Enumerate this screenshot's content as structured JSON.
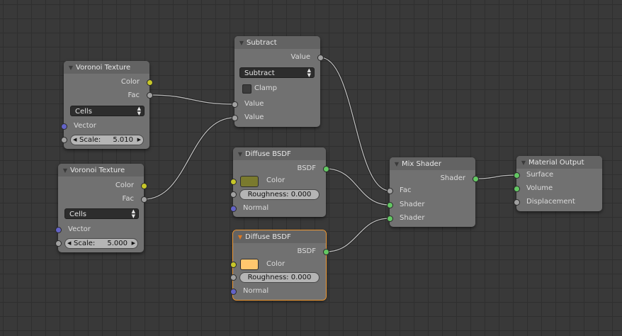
{
  "nodes": {
    "subtract": {
      "title": "Subtract",
      "output_value": "Value",
      "operation": "Subtract",
      "clamp_label": "Clamp",
      "input_value_1": "Value",
      "input_value_2": "Value"
    },
    "voronoi1": {
      "title": "Voronoi Texture",
      "output_color": "Color",
      "output_fac": "Fac",
      "coloring": "Cells",
      "input_vector": "Vector",
      "scale_label": "Scale:",
      "scale_value": "5.010"
    },
    "voronoi2": {
      "title": "Voronoi Texture",
      "output_color": "Color",
      "output_fac": "Fac",
      "coloring": "Cells",
      "input_vector": "Vector",
      "scale_label": "Scale:",
      "scale_value": "5.000"
    },
    "diffuse1": {
      "title": "Diffuse BSDF",
      "output_bsdf": "BSDF",
      "color_label": "Color",
      "color": "#7a7a2e",
      "roughness": "Roughness: 0.000",
      "normal_label": "Normal"
    },
    "diffuse2": {
      "title": "Diffuse BSDF",
      "output_bsdf": "BSDF",
      "color_label": "Color",
      "color": "#ffc76e",
      "roughness": "Roughness: 0.000",
      "normal_label": "Normal"
    },
    "mix": {
      "title": "Mix Shader",
      "output_shader": "Shader",
      "input_fac": "Fac",
      "input_shader_1": "Shader",
      "input_shader_2": "Shader"
    },
    "output": {
      "title": "Material Output",
      "input_surface": "Surface",
      "input_volume": "Volume",
      "input_displacement": "Displacement"
    }
  },
  "colors": {
    "background": "#393939",
    "node_body": "#717171",
    "active_outline": "#f09a34",
    "socket_color": "#c7c729",
    "socket_float": "#a1a1a1",
    "socket_vector": "#6363c7",
    "socket_shader": "#63c763"
  },
  "links": [
    {
      "from": "voronoi1.fac",
      "to": "subtract.value1"
    },
    {
      "from": "voronoi2.fac",
      "to": "subtract.value2"
    },
    {
      "from": "subtract.value",
      "to": "mix.fac"
    },
    {
      "from": "diffuse1.bsdf",
      "to": "mix.shader1"
    },
    {
      "from": "diffuse2.bsdf",
      "to": "mix.shader2"
    },
    {
      "from": "mix.shader",
      "to": "output.surface"
    }
  ]
}
